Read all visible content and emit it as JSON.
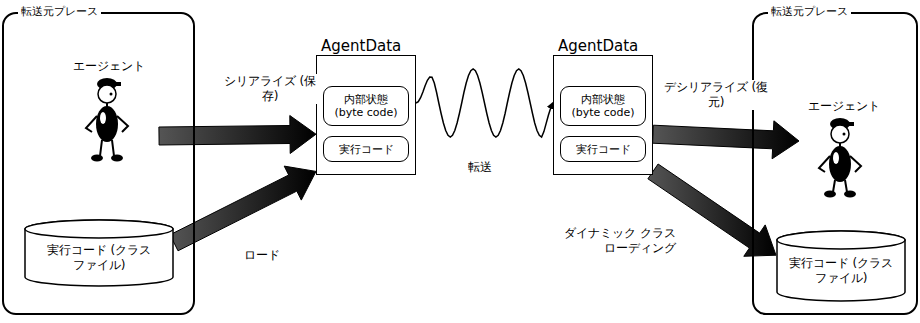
{
  "diagram": {
    "nodes": [
      {
        "text": [
          "転送元プレース"
        ]
      },
      {
        "text": [
          "エージェント"
        ],
        "in": 0
      },
      {
        "text": [
          "実行コード (クラスファイル)"
        ],
        "in": 0
      },
      {
        "text": [
          "AgentData"
        ]
      },
      {
        "text": [
          "内部状態 (byte code)"
        ],
        "in": 3
      },
      {
        "text": [
          "実行コード"
        ],
        "in": 3
      },
      {
        "text": [
          "AgentData"
        ]
      },
      {
        "text": [
          "内部状態 (byte code)"
        ],
        "in": 6
      },
      {
        "text": [
          "実行コード"
        ],
        "in": 6
      },
      {
        "text": [
          "転送元プレース"
        ]
      },
      {
        "text": [
          "エージェント"
        ],
        "in": 9
      },
      {
        "text": [
          "実行コード (クラスファイル)"
        ],
        "in": 9
      }
    ],
    "edges": [
      {
        "from": 1,
        "to": 3,
        "label": "シリアライズ (保存)",
        "arrow": "to"
      },
      {
        "from": 2,
        "to": 3,
        "label": "ロード",
        "arrow": "to"
      },
      {
        "from": 3,
        "to": 6,
        "label": "転送",
        "arrow": "to"
      },
      {
        "from": 6,
        "to": 10,
        "label": "デシリアライズ (復元)",
        "arrow": "to"
      },
      {
        "from": 6,
        "to": 11,
        "label": "ダイナミック クラスローディング",
        "arrow": "to"
      }
    ]
  }
}
